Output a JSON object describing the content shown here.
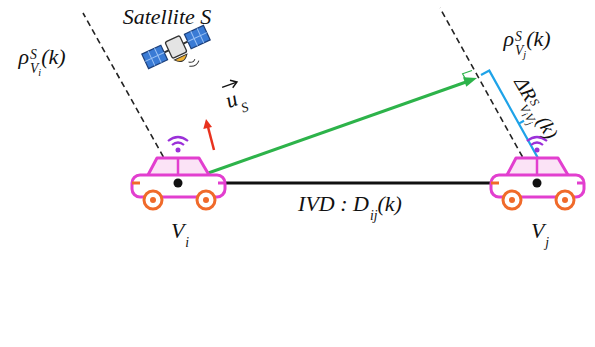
{
  "diagram": {
    "labels": [
      "Satellite S",
      "ρ",
      "S",
      "V",
      "i",
      "(k)",
      "ρ",
      "S",
      "V",
      "j",
      "(k)",
      "u",
      "S",
      "ΔR",
      "S",
      "V",
      "i",
      "V",
      "j",
      "(k)",
      "IVD : D",
      "ij",
      "(k)",
      "V",
      "i",
      "V",
      "j"
    ]
  }
}
